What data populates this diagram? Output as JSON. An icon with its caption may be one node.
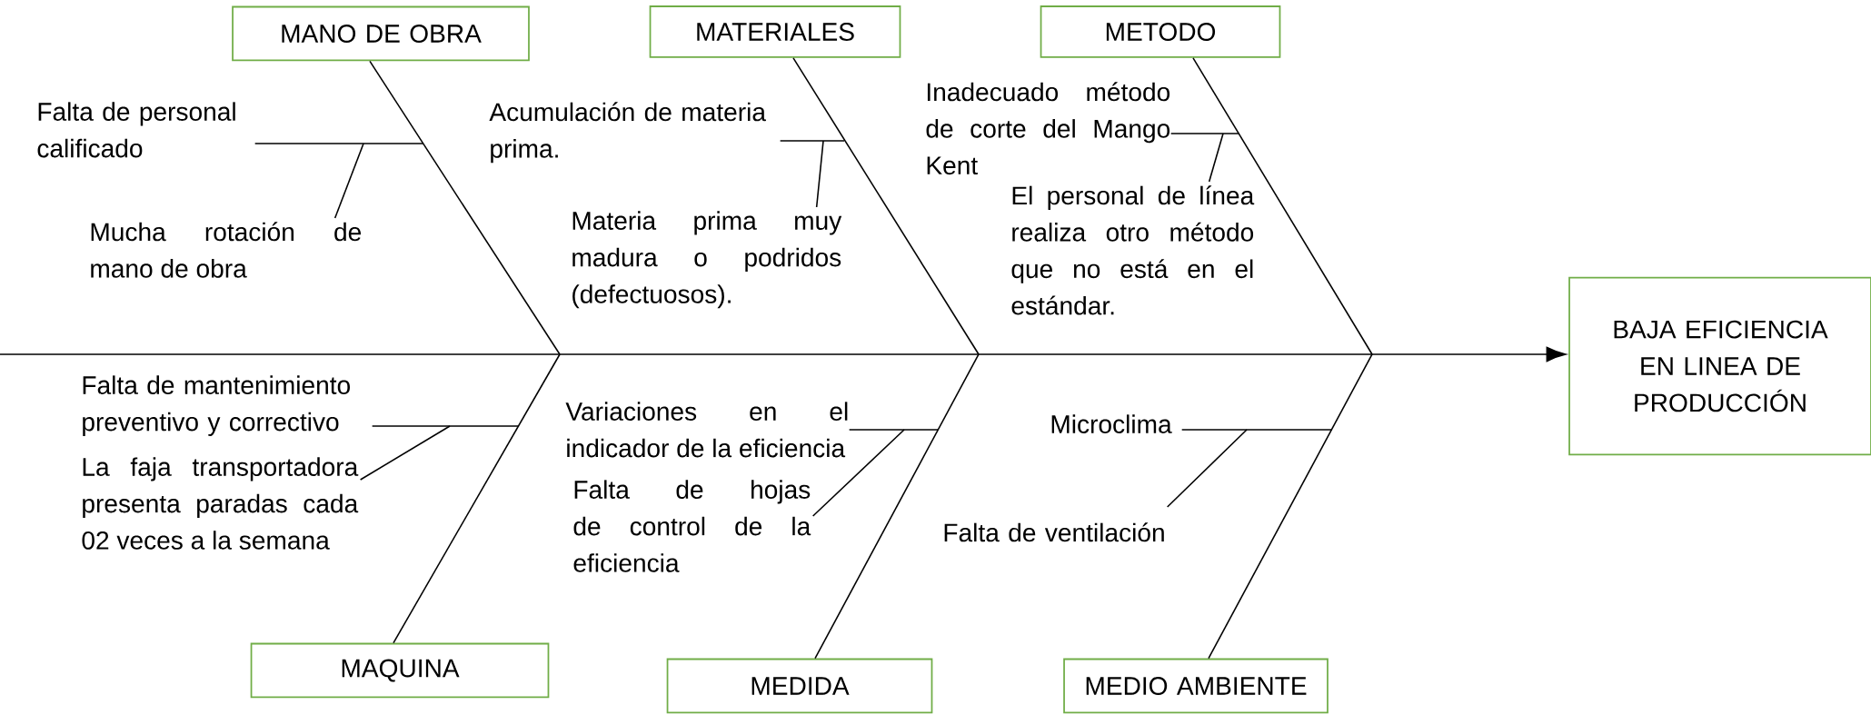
{
  "diagram": {
    "nodes": [
      {
        "text": [
          "MANO DE OBRA"
        ]
      },
      {
        "text": [
          "MATERIALES"
        ]
      },
      {
        "text": [
          "METODO"
        ]
      },
      {
        "text": [
          "BAJA EFICIENCIA EN LINEA DE PRODUCCIÓN"
        ]
      },
      {
        "text": [
          "Falta de personal calificado"
        ]
      },
      {
        "text": [
          "Mucha rotación de mano de obra"
        ]
      },
      {
        "text": [
          "Acumulación de materia prima."
        ]
      },
      {
        "text": [
          "Materia prima muy madura o podridos (defectuosos)."
        ]
      },
      {
        "text": [
          "Inadecuado método de corte del Mango Kent"
        ]
      },
      {
        "text": [
          "El personal de línea realiza otro método que no está en el estándar."
        ]
      },
      {
        "text": [
          "Falta de mantenimiento preventivo y correctivo"
        ]
      },
      {
        "text": [
          "La faja transportadora presenta paradas cada 02 veces a la semana"
        ]
      },
      {
        "text": [
          "Variaciones en el indicador de la eficiencia"
        ]
      },
      {
        "text": [
          "Falta de hojas de control de la eficiencia"
        ]
      },
      {
        "text": [
          "Microclima"
        ]
      },
      {
        "text": [
          "Falta de ventilación"
        ]
      },
      {
        "text": [
          "MAQUINA"
        ]
      },
      {
        "text": [
          "MEDIDA"
        ]
      },
      {
        "text": [
          "MEDIO AMBIENTE"
        ]
      }
    ],
    "edges": [
      {
        "from": null,
        "to": 3,
        "arrow": "to"
      },
      {
        "from": 0,
        "to": null,
        "arrow": "none"
      },
      {
        "from": 1,
        "to": null,
        "arrow": "none"
      },
      {
        "from": 2,
        "to": null,
        "arrow": "none"
      },
      {
        "from": 16,
        "to": null,
        "arrow": "none"
      },
      {
        "from": 17,
        "to": null,
        "arrow": "none"
      },
      {
        "from": 18,
        "to": null,
        "arrow": "none"
      },
      {
        "from": 4,
        "to": null,
        "arrow": "none"
      },
      {
        "from": 5,
        "to": null,
        "arrow": "none"
      },
      {
        "from": 6,
        "to": null,
        "arrow": "none"
      },
      {
        "from": 7,
        "to": null,
        "arrow": "none"
      },
      {
        "from": 8,
        "to": null,
        "arrow": "none"
      },
      {
        "from": 9,
        "to": null,
        "arrow": "none"
      },
      {
        "from": 10,
        "to": null,
        "arrow": "none"
      },
      {
        "from": 11,
        "to": null,
        "arrow": "none"
      },
      {
        "from": 12,
        "to": null,
        "arrow": "none"
      },
      {
        "from": 13,
        "to": null,
        "arrow": "none"
      },
      {
        "from": 14,
        "to": null,
        "arrow": "none"
      },
      {
        "from": 15,
        "to": null,
        "arrow": "none"
      }
    ]
  }
}
